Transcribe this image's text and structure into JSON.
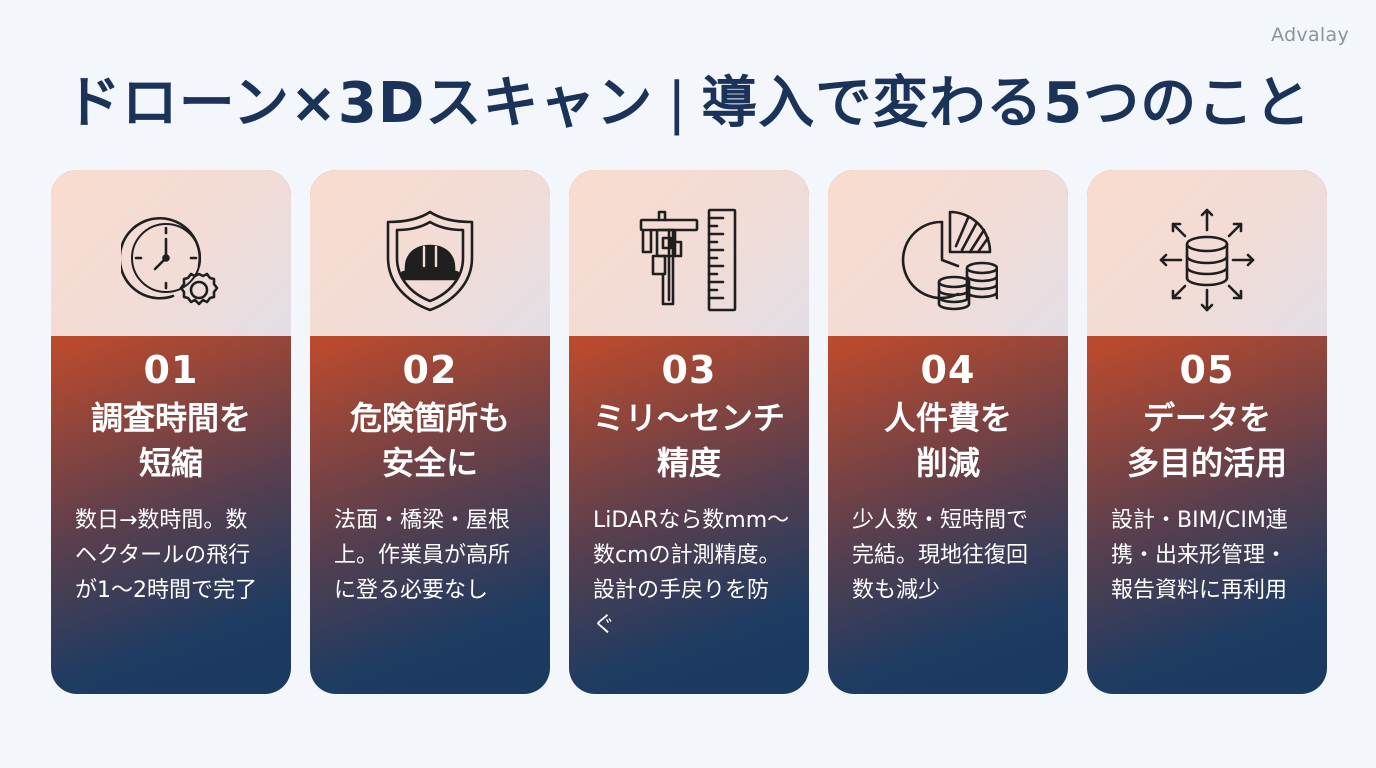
{
  "brand": "Advalay",
  "title": {
    "left": "ドローン×3Dスキャン",
    "separator": "|",
    "right": "導入で変わる5つのこと"
  },
  "cards": [
    {
      "number": "01",
      "heading": [
        "調査時間を",
        "短縮"
      ],
      "description": [
        "数日→数時間。数",
        "ヘクタールの飛行",
        "が1〜2時間で完了"
      ],
      "icon": "clock-gear-icon"
    },
    {
      "number": "02",
      "heading": [
        "危険箇所も",
        "安全に"
      ],
      "description": [
        "法面・橋梁・屋根",
        "上。作業員が高所",
        "に登る必要なし"
      ],
      "icon": "shield-helmet-icon"
    },
    {
      "number": "03",
      "heading": [
        "ミリ〜センチ",
        "精度"
      ],
      "description": [
        "LiDARなら数mm〜",
        "数cmの計測精度。",
        "設計の手戻りを防",
        "ぐ"
      ],
      "icon": "caliper-ruler-icon"
    },
    {
      "number": "04",
      "heading": [
        "人件費を",
        "削減"
      ],
      "description": [
        "少人数・短時間で",
        "完結。現地往復回",
        "数も減少"
      ],
      "icon": "pie-chart-coins-icon"
    },
    {
      "number": "05",
      "heading": [
        "データを",
        "多目的活用"
      ],
      "description": [
        "設計・BIM/CIM連",
        "携・出来形管理・",
        "報告資料に再利用"
      ],
      "icon": "database-arrows-icon"
    }
  ],
  "colors": {
    "title": "#1b3358",
    "accent_orange": "#e2571f",
    "accent_navy": "#1a3a60",
    "card_top": "#f9dccf",
    "background": "#f3f6fa"
  }
}
